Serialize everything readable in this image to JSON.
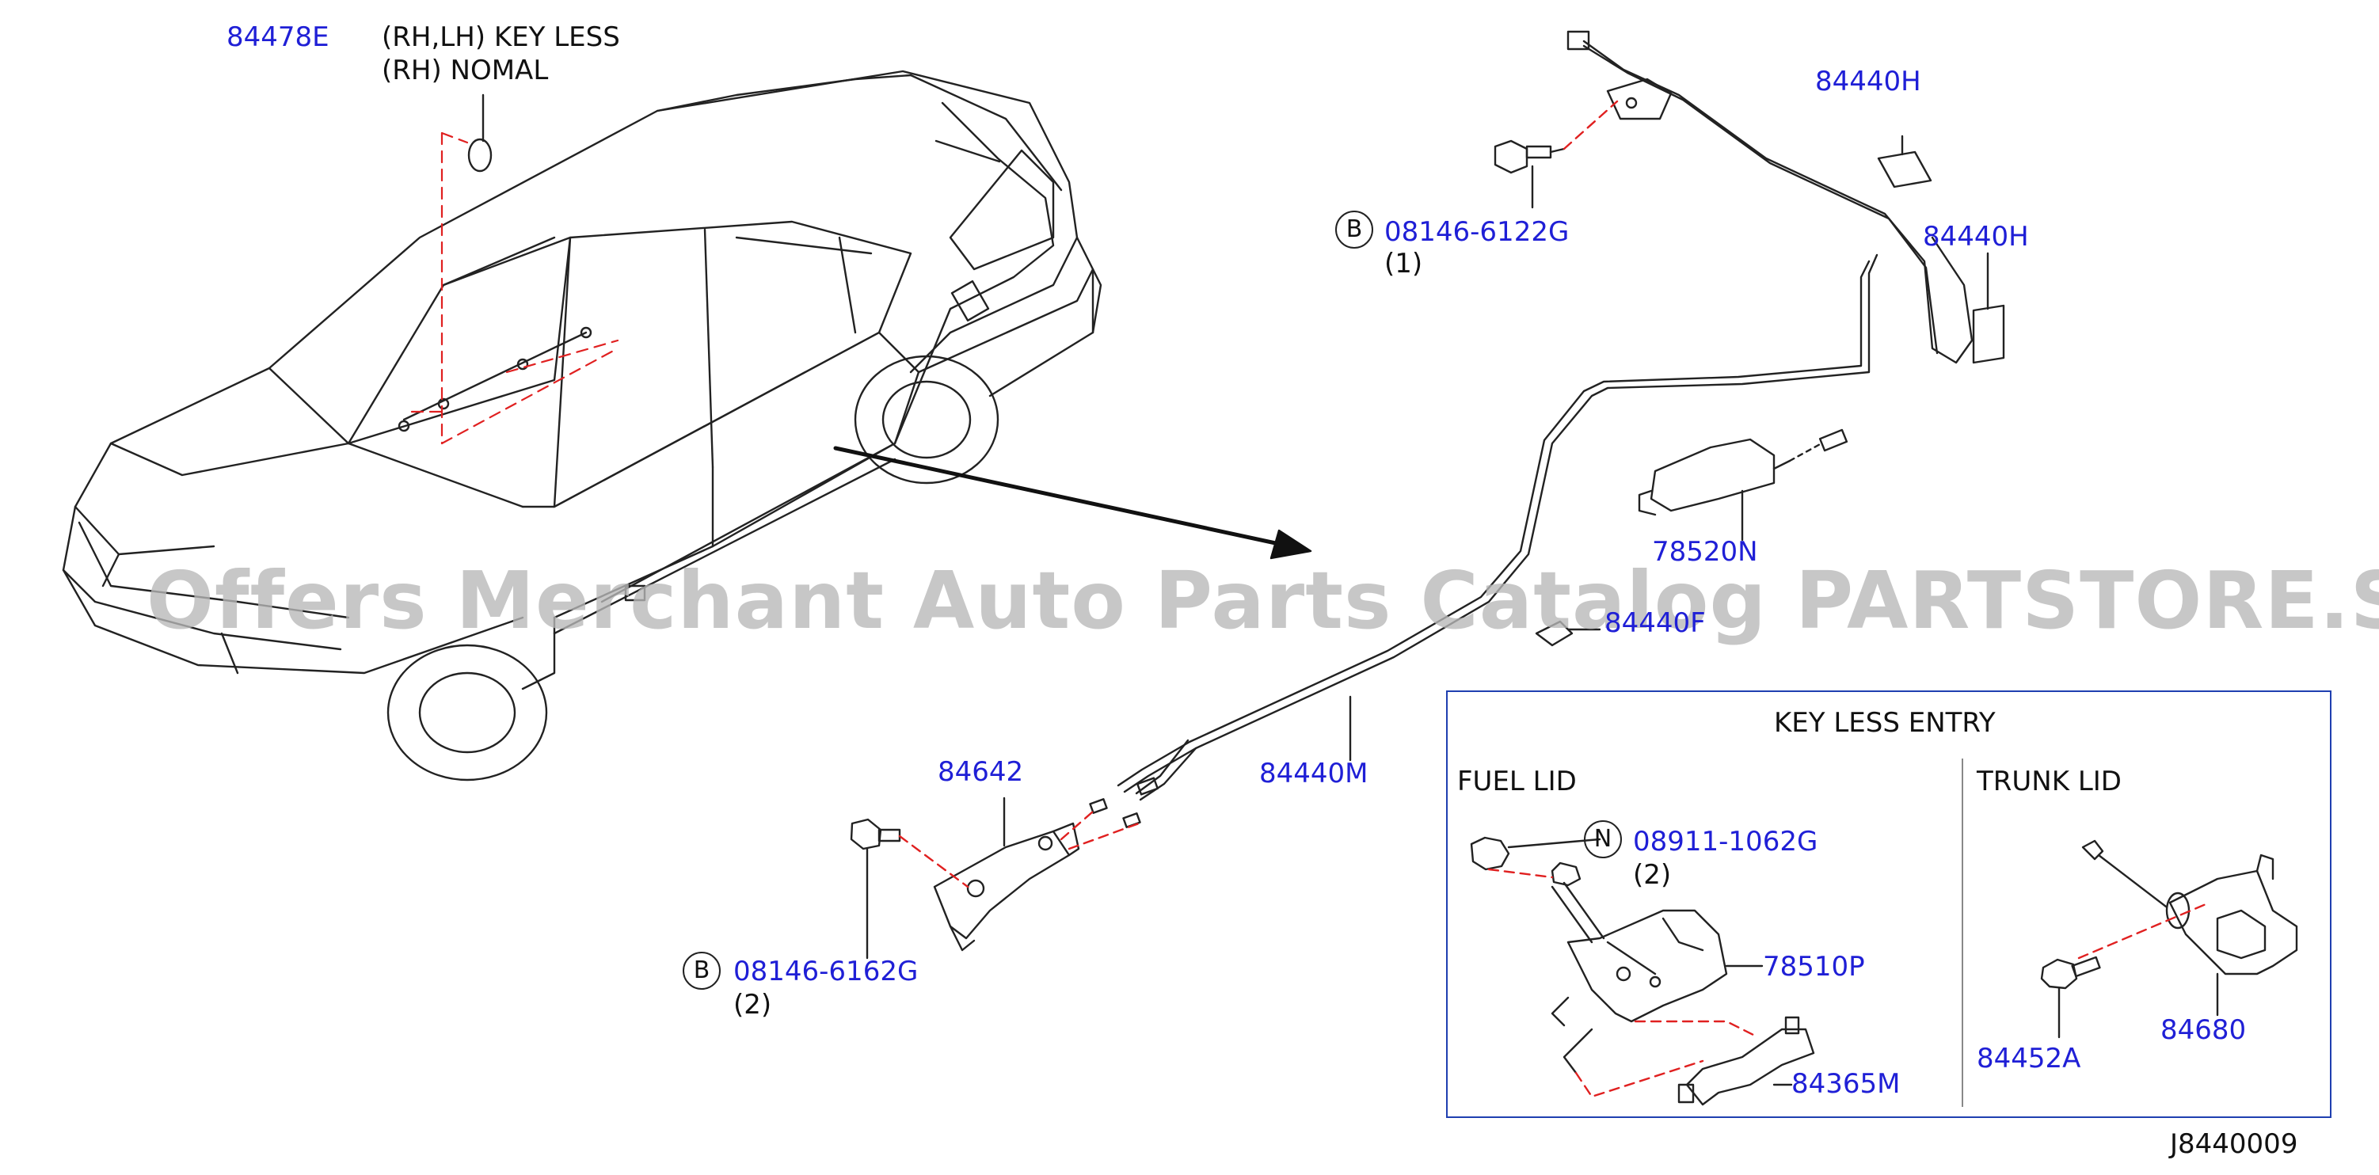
{
  "notes": {
    "line1": "(RH,LH)  KEY  LESS",
    "line2": "(RH)  NOMAL"
  },
  "parts": {
    "p84478E": "84478E",
    "p84440H_a": "84440H",
    "p84440H_b": "84440H",
    "p08146_6122G": "08146-6122G",
    "qty_6122G": "(1)",
    "p78520N": "78520N",
    "p84440F": "84440F",
    "p84642": "84642",
    "p84440M": "84440M",
    "p08146_6162G": "08146-6162G",
    "qty_6162G": "(2)",
    "p08911_1062G": "08911-1062G",
    "qty_1062G": "(2)",
    "p78510P": "78510P",
    "p84365M": "84365M",
    "p84452A": "84452A",
    "p84680": "84680"
  },
  "markers": {
    "b1": "B",
    "b2": "B",
    "n1": "N"
  },
  "inset": {
    "title": "KEY  LESS  ENTRY",
    "fuel_lid": "FUEL  LID",
    "trunk_lid": "TRUNK  LID"
  },
  "diagram_code": "J8440009",
  "watermark": "Offers Merchant Auto Parts Catalog PARTSTORE.SA",
  "colors": {
    "part_number": "#1f1fd6",
    "leader_dash": "#e02020",
    "line": "#222222",
    "inset_border": "#1f3fb0",
    "watermark": "#b8b8b8"
  }
}
